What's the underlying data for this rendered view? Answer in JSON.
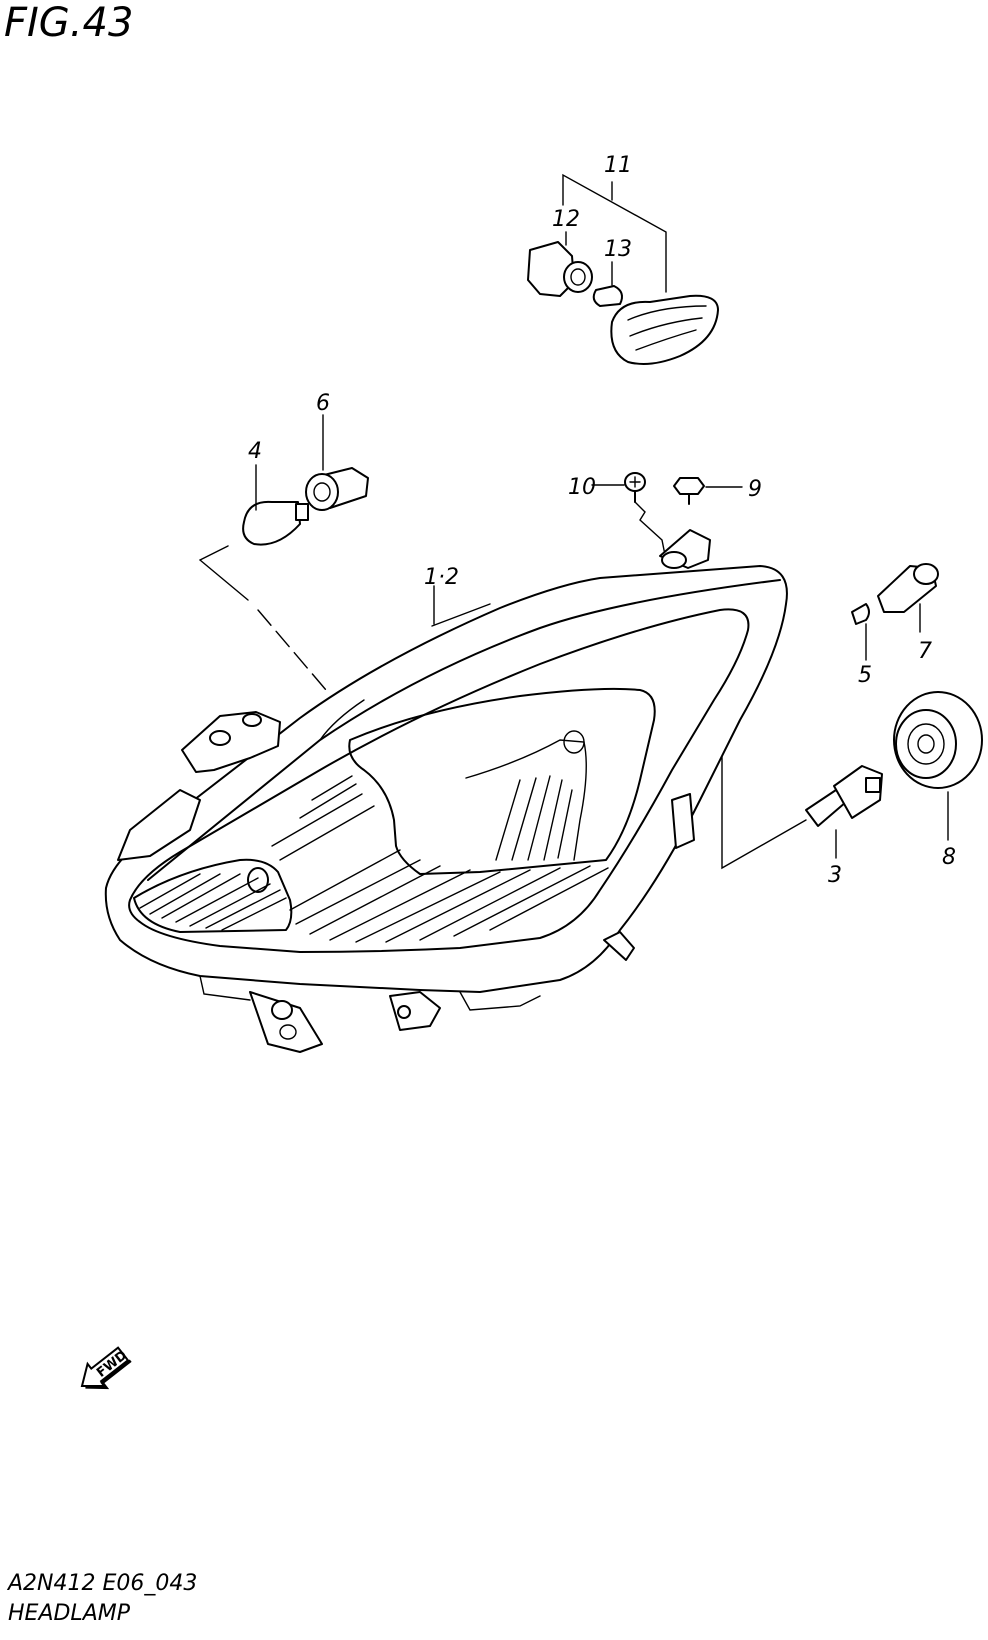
{
  "figure": {
    "number_label": "FIG.43",
    "drawing_code": "A2N412 E06_043",
    "title": "HEADLAMP",
    "fwd_arrow_label": "FWD"
  },
  "callouts": [
    {
      "id": "c-1-2",
      "label": "1·2"
    },
    {
      "id": "c-3",
      "label": "3"
    },
    {
      "id": "c-4",
      "label": "4"
    },
    {
      "id": "c-5",
      "label": "5"
    },
    {
      "id": "c-6",
      "label": "6"
    },
    {
      "id": "c-7",
      "label": "7"
    },
    {
      "id": "c-8",
      "label": "8"
    },
    {
      "id": "c-9",
      "label": "9"
    },
    {
      "id": "c-10",
      "label": "10"
    },
    {
      "id": "c-11",
      "label": "11"
    },
    {
      "id": "c-12",
      "label": "12"
    },
    {
      "id": "c-13",
      "label": "13"
    }
  ]
}
